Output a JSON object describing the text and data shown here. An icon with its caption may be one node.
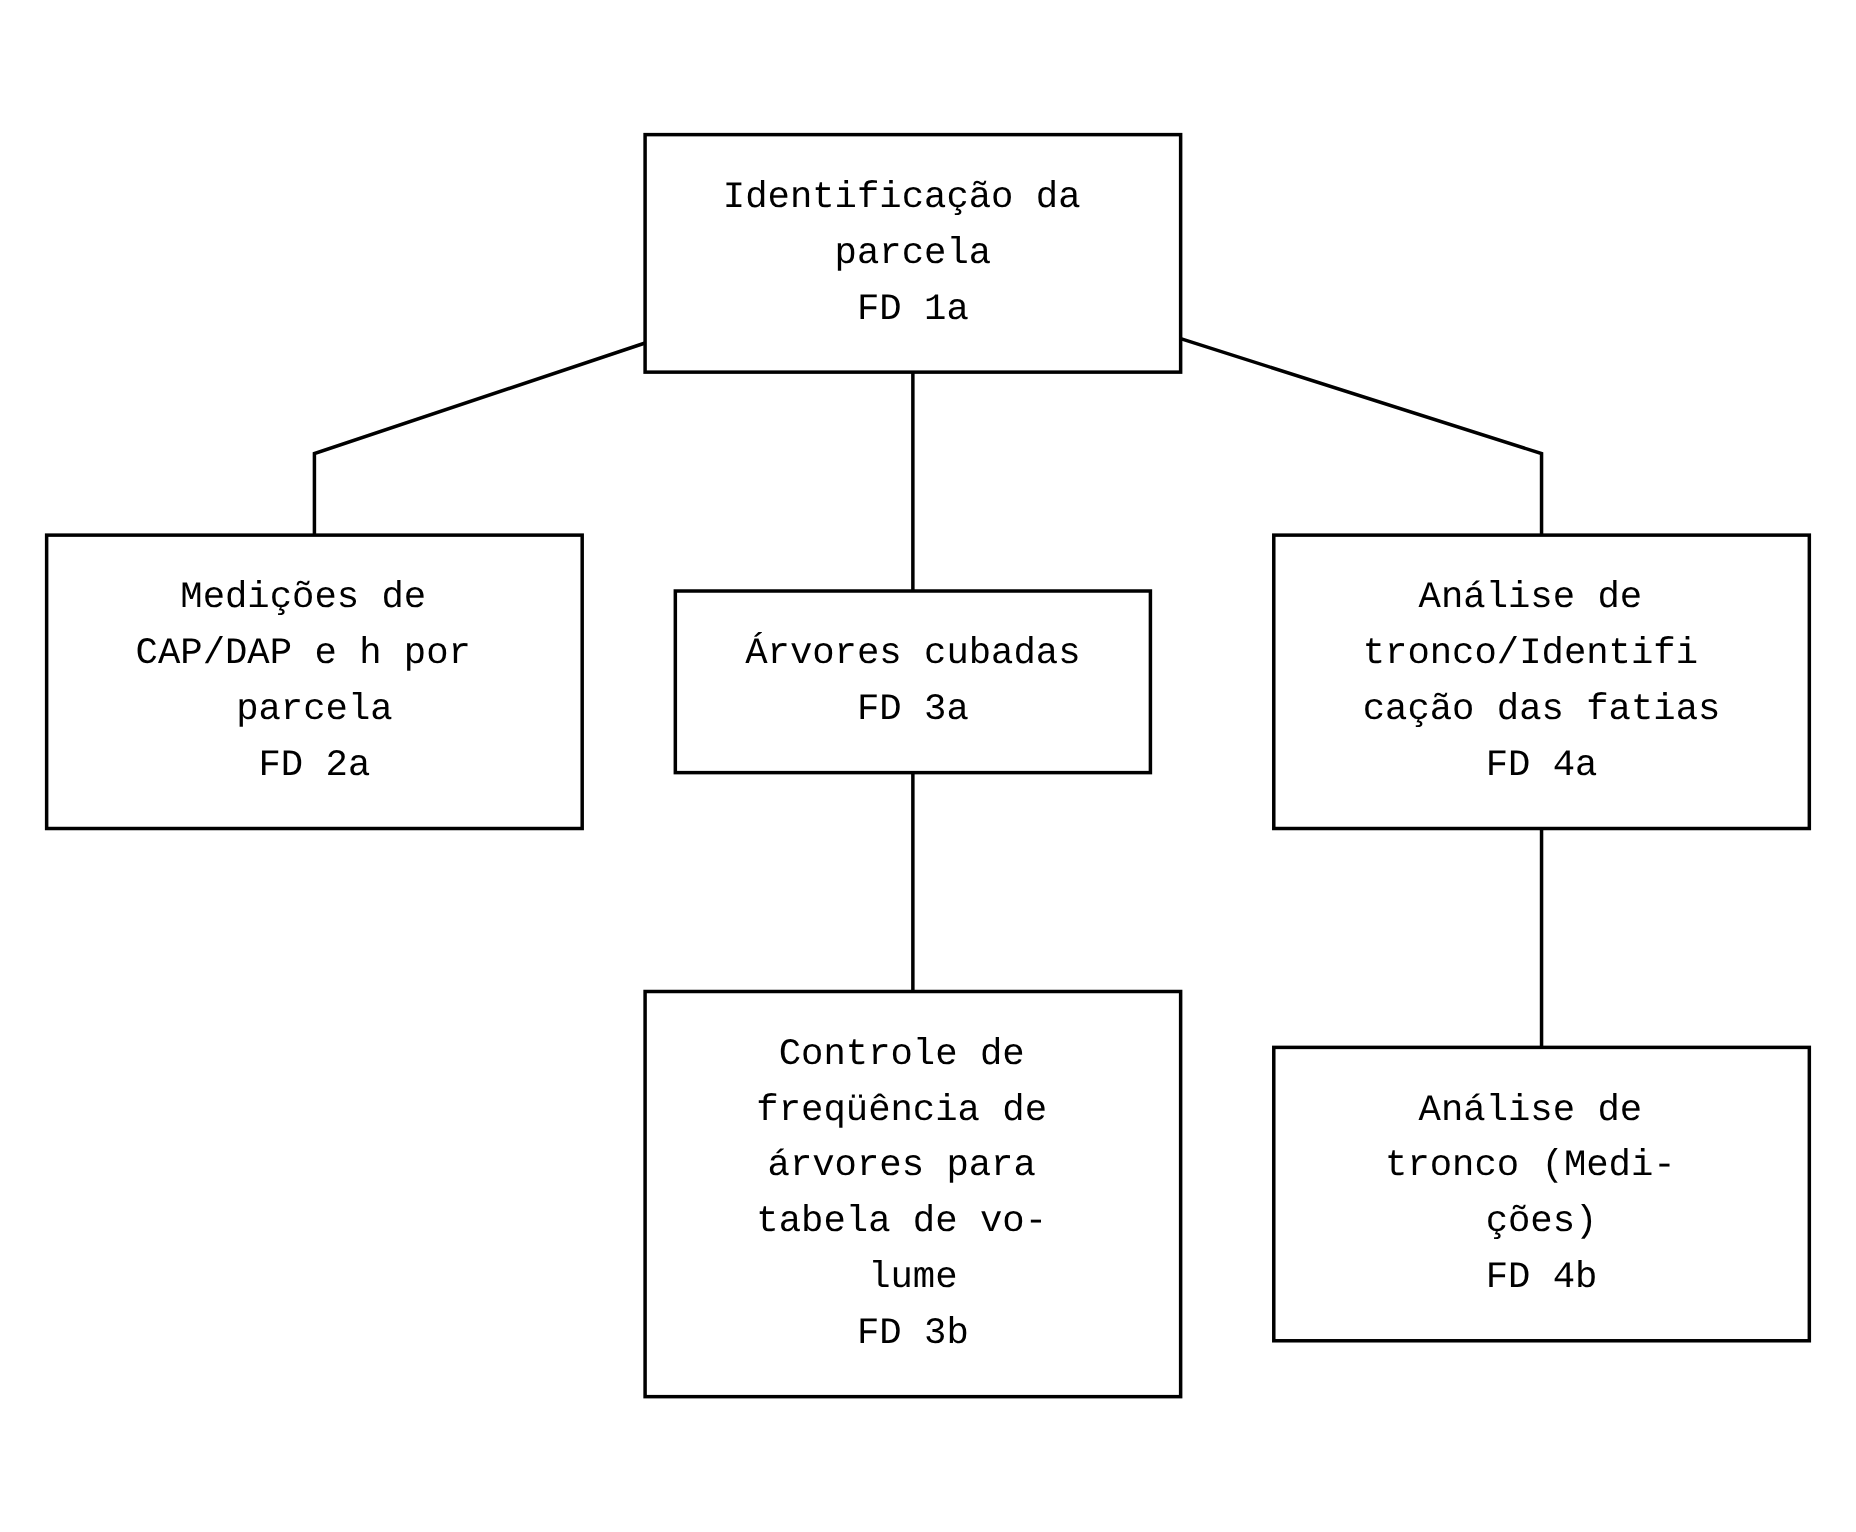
{
  "diagram": {
    "nodes": [
      {
        "text": [
          "Identificação da parcela",
          "FD 1a"
        ]
      },
      {
        "text": [
          "Medições de CAP/DAP e h por parcela",
          "FD 2a"
        ]
      },
      {
        "text": [
          "Árvores cubadas",
          "FD 3a"
        ]
      },
      {
        "text": [
          "Análise de tronco/Identifi cação das fatias",
          "FD 4a"
        ]
      },
      {
        "text": [
          "Controle de freqüência de árvores para tabela de vo- lume",
          "FD 3b"
        ]
      },
      {
        "text": [
          "Análise de tronco (Medi- ções)",
          "FD 4b"
        ]
      }
    ],
    "edges": [
      {
        "from": 0,
        "to": 1,
        "arrow": "none"
      },
      {
        "from": 0,
        "to": 2,
        "arrow": "none"
      },
      {
        "from": 0,
        "to": 3,
        "arrow": "none"
      },
      {
        "from": 2,
        "to": 4,
        "arrow": "none"
      },
      {
        "from": 3,
        "to": 5,
        "arrow": "none"
      }
    ]
  }
}
